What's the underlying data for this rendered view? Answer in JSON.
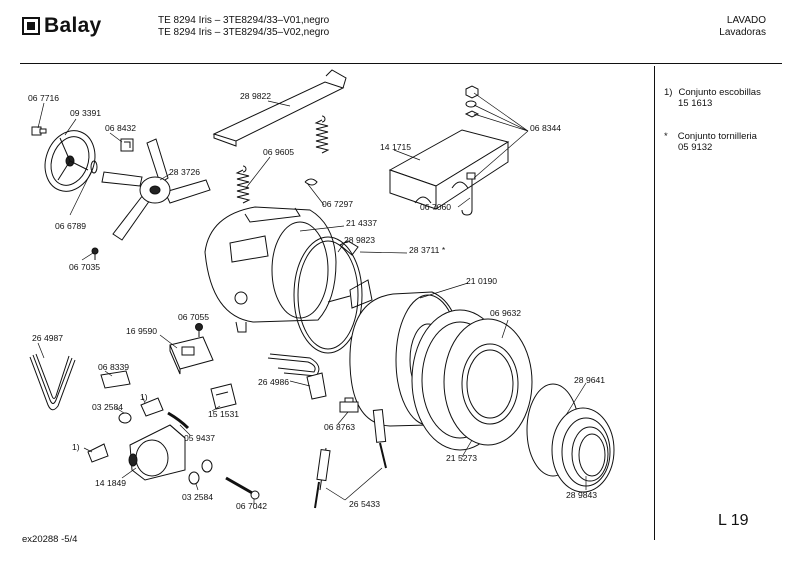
{
  "header": {
    "brand": "Balay",
    "model_line_1": "TE 8294 Iris – 3TE8294/33–V01,negro",
    "model_line_2": "TE 8294 Iris – 3TE8294/35–V02,negro",
    "category": "LAVADO",
    "subcategory": "Lavadoras"
  },
  "notes": [
    {
      "marker": "1)",
      "text": "Conjunto escobillas",
      "code": "15 1613"
    },
    {
      "marker": "*",
      "text": "Conjunto tornilleria",
      "code": "05 9132"
    }
  ],
  "page_number": "L 19",
  "footer_code": "ex20288  -5/4",
  "callouts": [
    {
      "id": "c-067716",
      "label": "06 7716"
    },
    {
      "id": "c-093391",
      "label": "09 3391"
    },
    {
      "id": "c-068432",
      "label": "06 8432"
    },
    {
      "id": "c-283726",
      "label": "28 3726"
    },
    {
      "id": "c-066789",
      "label": "06 6789"
    },
    {
      "id": "c-067035",
      "label": "06 7035"
    },
    {
      "id": "c-289822",
      "label": "28 9822"
    },
    {
      "id": "c-069605",
      "label": "06 9605"
    },
    {
      "id": "c-067297",
      "label": "06 7297"
    },
    {
      "id": "c-214337",
      "label": "21 4337"
    },
    {
      "id": "c-289823",
      "label": "28 9823"
    },
    {
      "id": "c-283711",
      "label": "28 3711 *"
    },
    {
      "id": "c-141715",
      "label": "14 1715"
    },
    {
      "id": "c-068344",
      "label": "06 8344"
    },
    {
      "id": "c-067060",
      "label": "06 7060"
    },
    {
      "id": "c-210190",
      "label": "21 0190"
    },
    {
      "id": "c-069632",
      "label": "06 9632"
    },
    {
      "id": "c-289641",
      "label": "28 9641"
    },
    {
      "id": "c-215273",
      "label": "21 5273"
    },
    {
      "id": "c-289843",
      "label": "28 9843"
    },
    {
      "id": "c-264987",
      "label": "26 4987"
    },
    {
      "id": "c-169590",
      "label": "16 9590"
    },
    {
      "id": "c-067055",
      "label": "06 7055"
    },
    {
      "id": "c-068339",
      "label": "06 8339"
    },
    {
      "id": "c-032584a",
      "label": "03 2584"
    },
    {
      "id": "c-1a",
      "label": "1)"
    },
    {
      "id": "c-151531",
      "label": "15 1531"
    },
    {
      "id": "c-059437",
      "label": "05 9437"
    },
    {
      "id": "c-264986",
      "label": "26 4986"
    },
    {
      "id": "c-068763",
      "label": "06 8763"
    },
    {
      "id": "c-1b",
      "label": "1)"
    },
    {
      "id": "c-141849",
      "label": "14 1849"
    },
    {
      "id": "c-032584b",
      "label": "03 2584"
    },
    {
      "id": "c-067042",
      "label": "06 7042"
    },
    {
      "id": "c-265433",
      "label": "26 5433"
    }
  ]
}
